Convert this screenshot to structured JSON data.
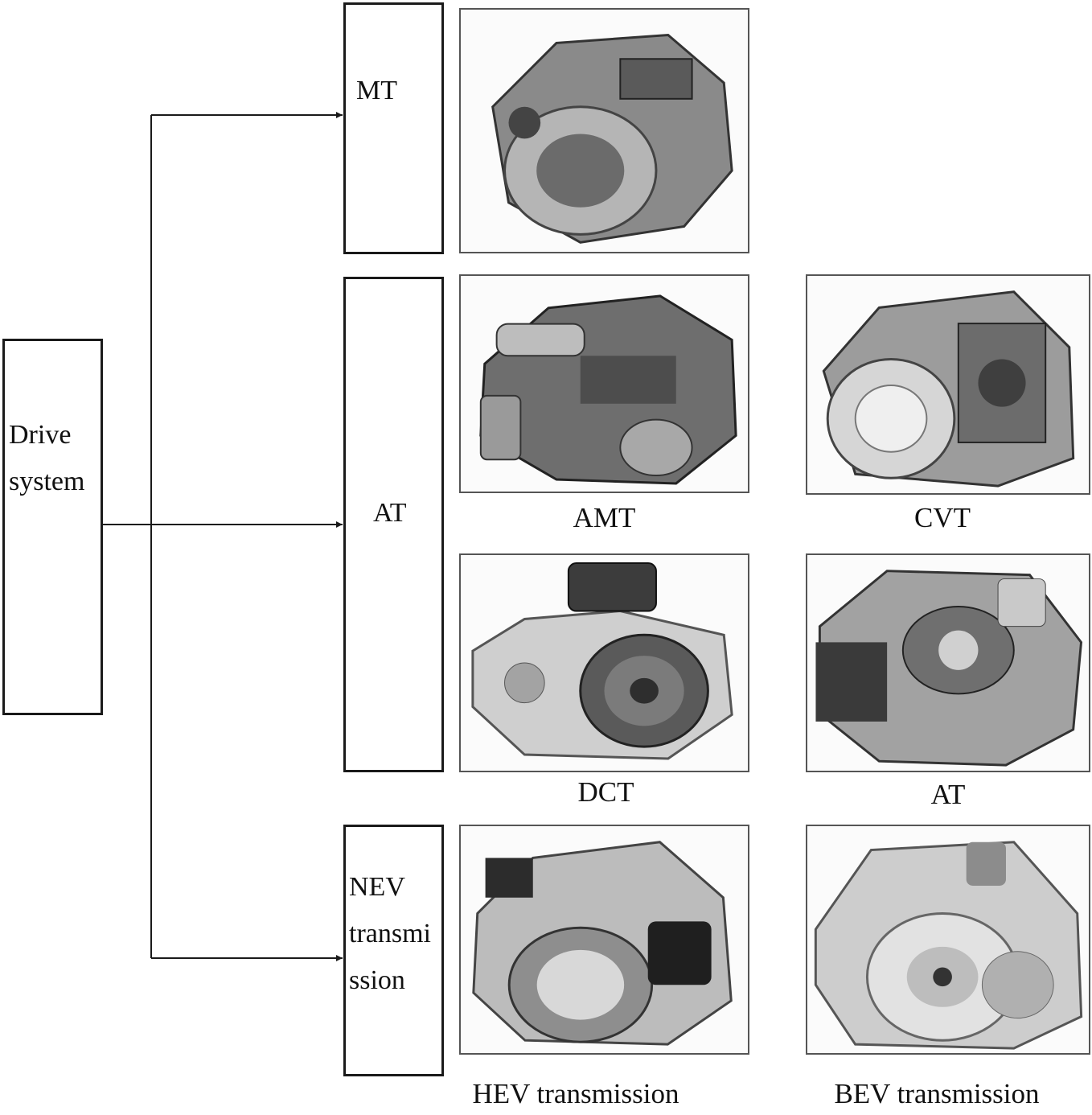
{
  "root": {
    "label": "Drive\nsystem"
  },
  "categories": [
    {
      "id": "mt",
      "label": "MT"
    },
    {
      "id": "at",
      "label": "AT"
    },
    {
      "id": "nev",
      "label": "NEV\ntransmi\nssion"
    }
  ],
  "images": [
    {
      "id": "mt-photo",
      "caption": "",
      "icon": "manual-transmission-icon"
    },
    {
      "id": "amt",
      "caption": "AMT",
      "icon": "amt-transmission-icon"
    },
    {
      "id": "cvt",
      "caption": "CVT",
      "icon": "cvt-transmission-icon"
    },
    {
      "id": "dct",
      "caption": "DCT",
      "icon": "dct-transmission-icon"
    },
    {
      "id": "at-photo",
      "caption": "AT",
      "icon": "automatic-transmission-icon"
    },
    {
      "id": "hev",
      "caption": "HEV transmission",
      "icon": "hev-transmission-icon"
    },
    {
      "id": "bev",
      "caption": "BEV transmission",
      "icon": "bev-transmission-icon"
    }
  ],
  "colors": {
    "line": "#1a1a1a",
    "photo_border": "#555555",
    "metal_dark": "#3a3a3a",
    "metal_light": "#c8c8c8"
  }
}
